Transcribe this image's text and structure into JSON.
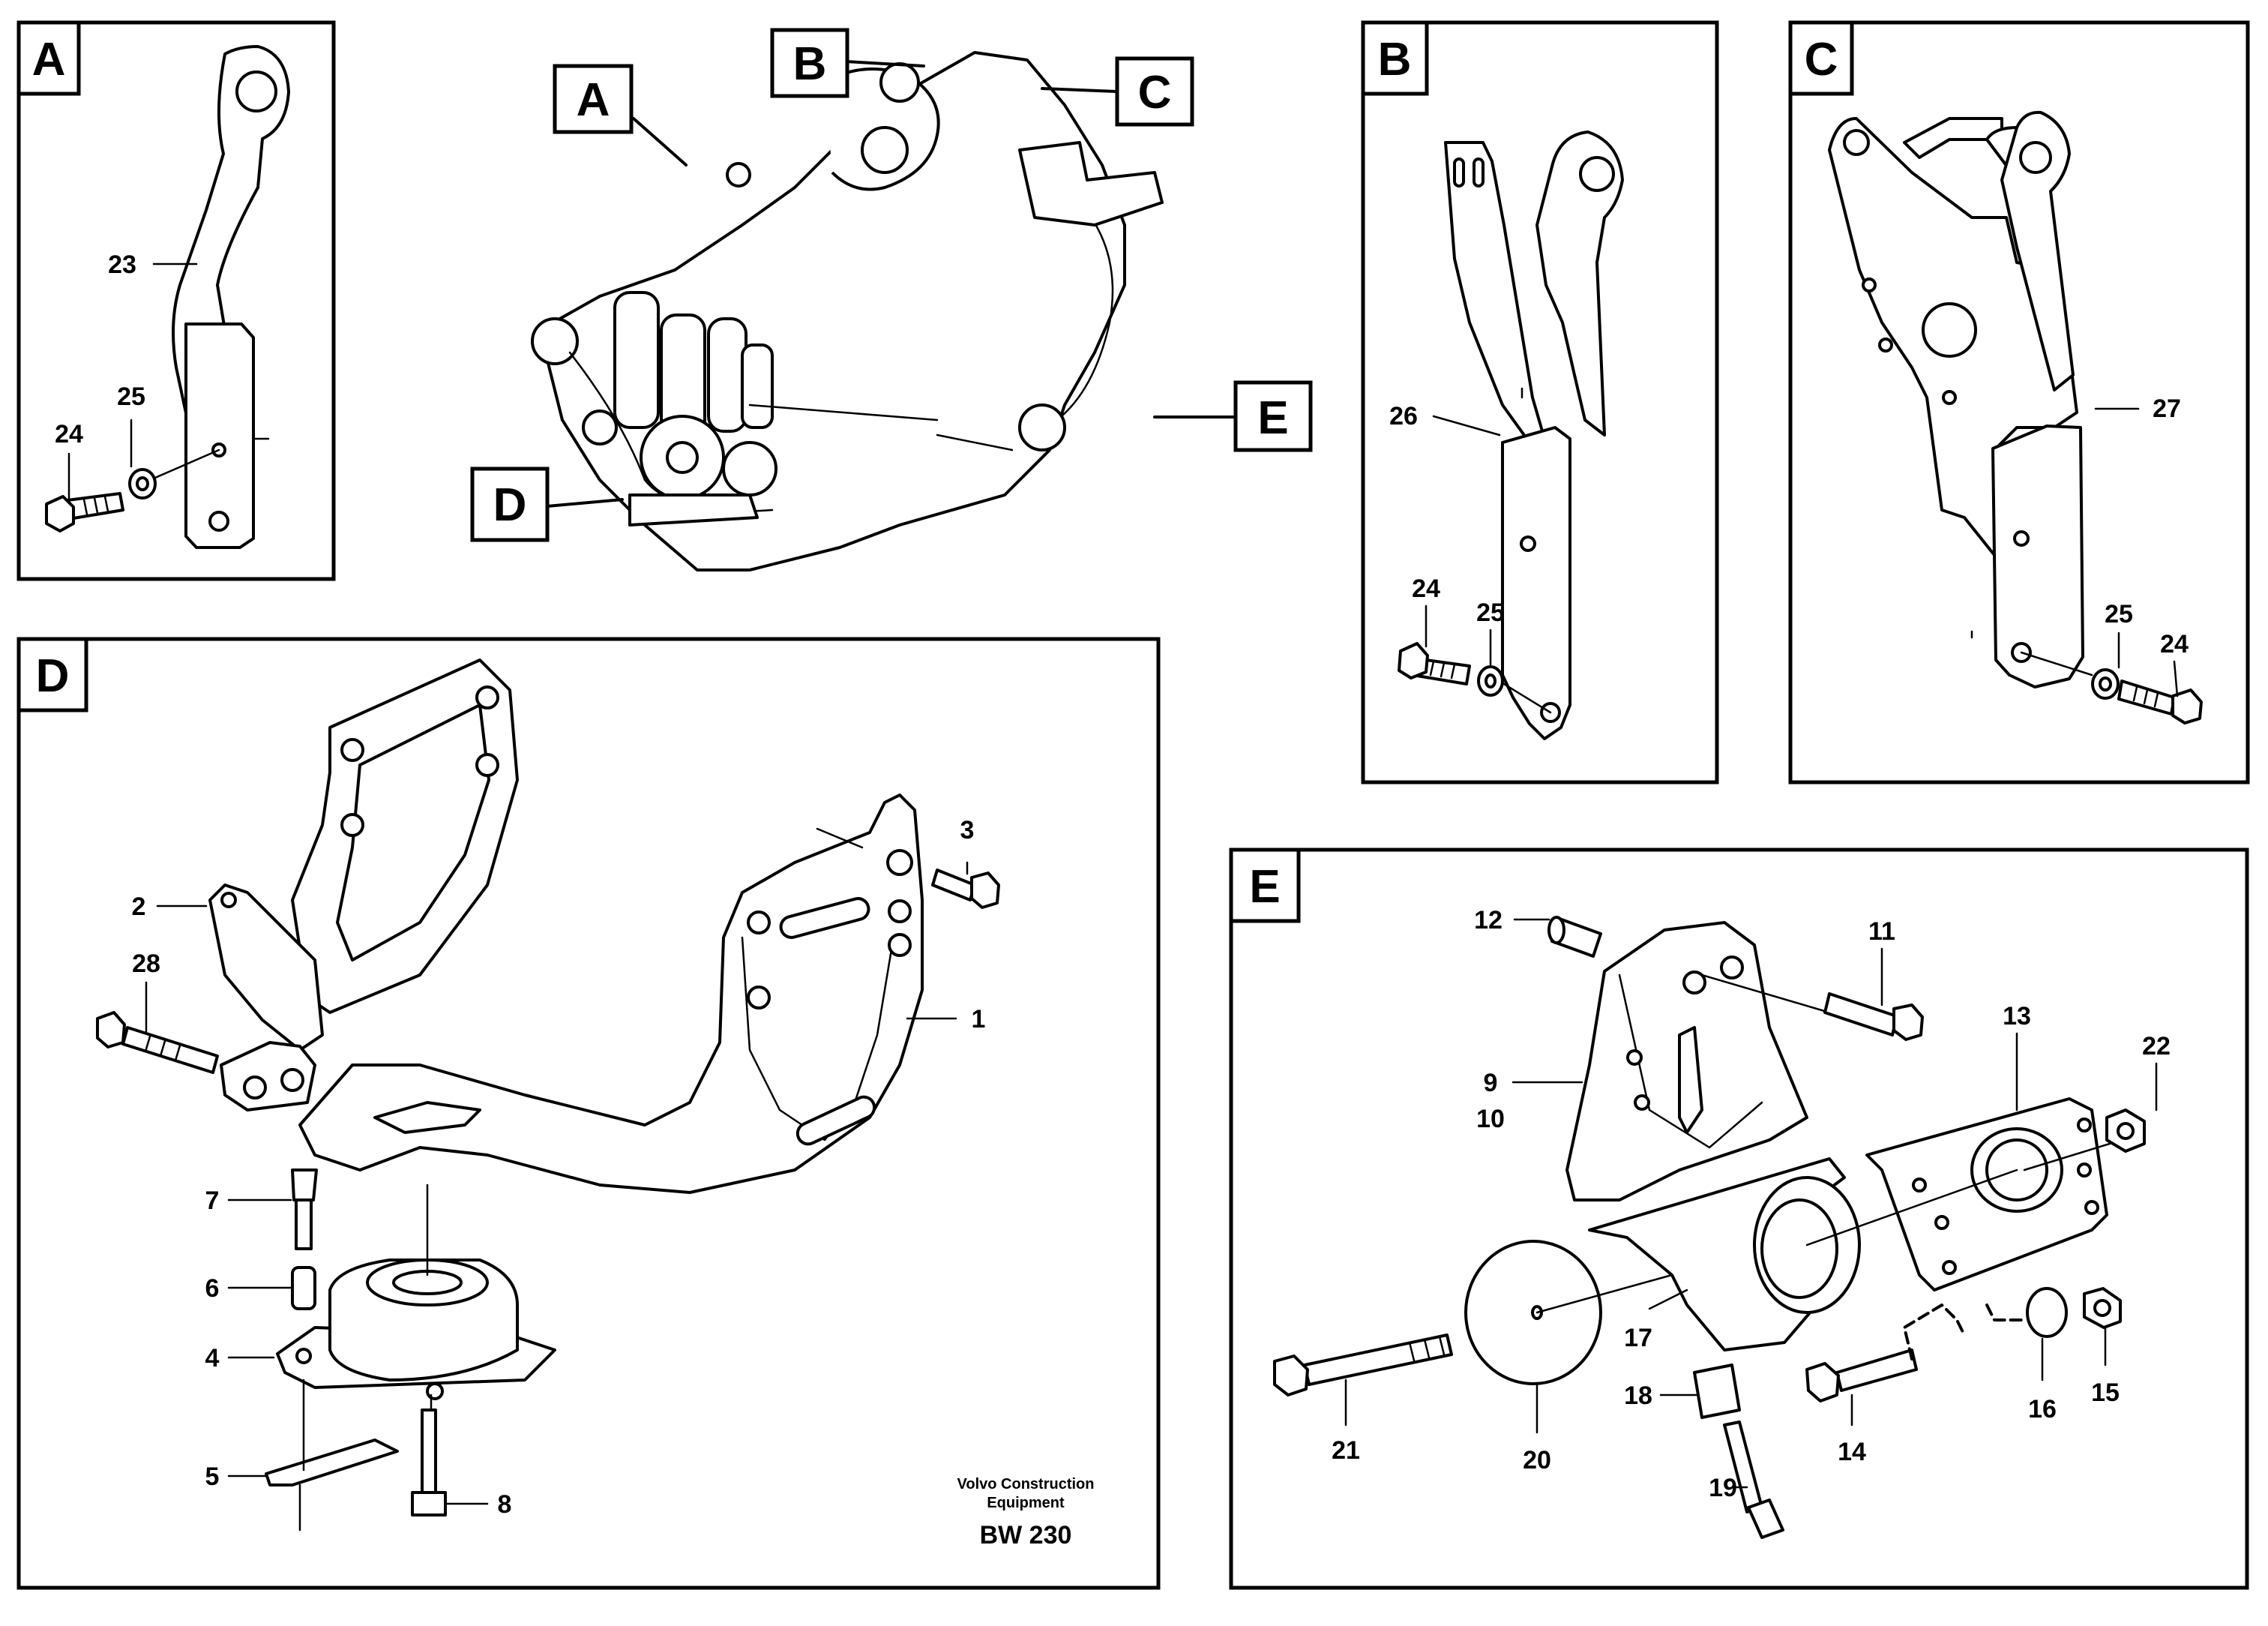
{
  "panels": {
    "A": {
      "letter": "A",
      "callouts": [
        "23",
        "25",
        "24"
      ]
    },
    "B": {
      "letter": "B",
      "callouts": [
        "26",
        "24",
        "25"
      ]
    },
    "C": {
      "letter": "C",
      "callouts": [
        "27",
        "25",
        "24"
      ]
    },
    "D": {
      "letter": "D",
      "callouts": [
        "3",
        "2",
        "1",
        "28",
        "7",
        "6",
        "4",
        "5",
        "8"
      ]
    },
    "E": {
      "letter": "E",
      "callouts": [
        "12",
        "11",
        "13",
        "22",
        "9",
        "10",
        "17",
        "18",
        "19",
        "21",
        "20",
        "14",
        "16",
        "15"
      ]
    }
  },
  "overview_tags": [
    "A",
    "B",
    "C",
    "D",
    "E"
  ],
  "credit": {
    "company": "Volvo Construction",
    "division": "Equipment",
    "code": "BW 230"
  }
}
